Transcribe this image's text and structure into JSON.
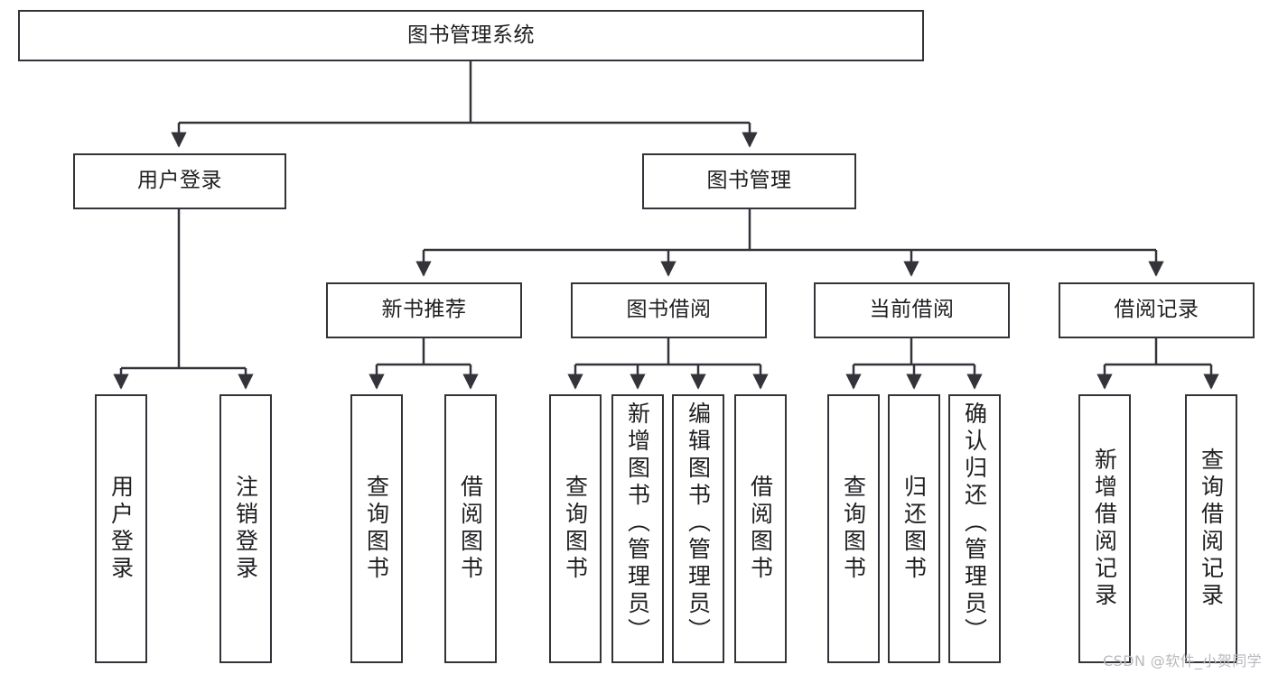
{
  "diagram": {
    "type": "tree",
    "title": "图书管理系统",
    "watermark": "CSDN @软件_小贺同学",
    "colors": {
      "box_border": "#33333a",
      "box_fill": "#ffffff",
      "edge": "#33333a",
      "text": "#1f1f22",
      "watermark": "#b9b9bd"
    },
    "nodes": {
      "root": {
        "label": "图书管理系统"
      },
      "level2": [
        {
          "label": "用户登录"
        },
        {
          "label": "图书管理"
        }
      ],
      "level3": [
        {
          "label": "新书推荐"
        },
        {
          "label": "图书借阅"
        },
        {
          "label": "当前借阅"
        },
        {
          "label": "借阅记录"
        }
      ],
      "leaves": {
        "user_login": [
          {
            "label": "用户登录"
          },
          {
            "label": "注销登录"
          }
        ],
        "new_book_recommend": [
          {
            "label": "查询图书"
          },
          {
            "label": "借阅图书"
          }
        ],
        "book_borrow": [
          {
            "label": "查询图书"
          },
          {
            "label": "新增图书（管理员）"
          },
          {
            "label": "编辑图书（管理员）"
          },
          {
            "label": "借阅图书"
          }
        ],
        "current_borrow": [
          {
            "label": "查询图书"
          },
          {
            "label": "归还图书"
          },
          {
            "label": "确认归还（管理员）"
          }
        ],
        "borrow_record": [
          {
            "label": "新增借阅记录"
          },
          {
            "label": "查询借阅记录"
          }
        ]
      }
    }
  }
}
